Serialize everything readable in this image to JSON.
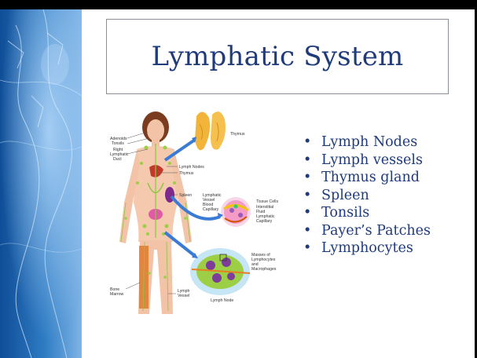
{
  "slide": {
    "title": "Lymphatic System",
    "bullets": [
      "Lymph Nodes",
      "Lymph vessels",
      "Thymus gland",
      "Spleen",
      "Tonsils",
      "Payer’s Patches",
      "Lymphocytes"
    ]
  },
  "diagram": {
    "labels": {
      "adenoids": "Adenoids",
      "tonsils": "Tonsils",
      "right_lymphatic_duct_1": "Right",
      "right_lymphatic_duct_2": "Lymphatic",
      "right_lymphatic_duct_3": "Duct",
      "thymus_top": "Thymus",
      "lymph_nodes": "Lymph Nodes",
      "thymus": "Thymus",
      "spleen": "Spleen",
      "lymphatic_vessel_1": "Lymphatic",
      "lymphatic_vessel_2": "Vessel",
      "blood_capillary_1": "Blood",
      "blood_capillary_2": "Capillary",
      "tissue_cells": "Tissue Cells",
      "interstitial_fluid_1": "Interstitial",
      "interstitial_fluid_2": "Fluid",
      "lymphatic_capillary_1": "Lymphatic",
      "lymphatic_capillary_2": "Capillary",
      "masses_1": "Masses of",
      "masses_2": "Lymphocytes",
      "masses_3": "and",
      "masses_4": "Macrophages",
      "bone_marrow_1": "Bone",
      "bone_marrow_2": "Marrow",
      "lymph_vessel_1": "Lymph",
      "lymph_vessel_2": "Vessel",
      "lymph_node": "Lymph Node"
    }
  },
  "colors": {
    "title_text": "#1f3b7a",
    "bullet_text": "#1f3b7a",
    "title_border": "#8a8f97",
    "sidebar_blue": "#2a6fb8"
  }
}
